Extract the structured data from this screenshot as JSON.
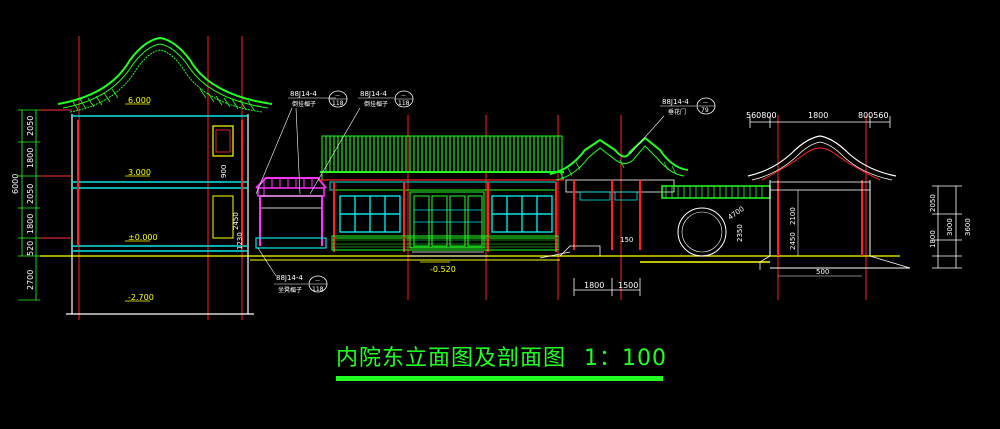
{
  "title": {
    "main": "内院东立面图及剖面图",
    "scale": "1：100"
  },
  "levels": {
    "roof_ridge": "6.000",
    "upper": "3.000",
    "ground": "±0.000",
    "basement": "-2.700",
    "yard": "-0.520"
  },
  "left_dims": [
    "6000",
    "2050",
    "1800",
    "2050",
    "1800",
    "520",
    "2700"
  ],
  "window_dim": "900",
  "stair_dims": [
    "1230",
    "2450"
  ],
  "callouts": [
    {
      "ref": "88J14-4",
      "num": "—",
      "page": "118",
      "text": "倒挂楣子"
    },
    {
      "ref": "88J14-4",
      "num": "—",
      "page": "118",
      "text": "倒挂楣子"
    },
    {
      "ref": "88J14-4",
      "num": "—",
      "page": "79",
      "text": "垂花门"
    },
    {
      "ref": "88J14-4",
      "num": "—",
      "page": "118",
      "text": "坐凳楣子"
    }
  ],
  "gate_dims": {
    "bottom": [
      "1800",
      "1500"
    ],
    "side": [
      "150",
      "2350",
      "4700"
    ]
  },
  "pavilion": {
    "top_dims": [
      "560800",
      "1800",
      "800560"
    ],
    "inner_dims": [
      "2100",
      "2450"
    ],
    "right_dims": [
      "2050",
      "1800",
      "3000",
      "3600"
    ],
    "bottom_dim": "500"
  },
  "colors": {
    "line_green": "#22ff22",
    "level_yellow": "#ffff00",
    "axis_red": "#ff2020",
    "cyan": "#00e5e5",
    "magenta": "#ff33ff"
  }
}
